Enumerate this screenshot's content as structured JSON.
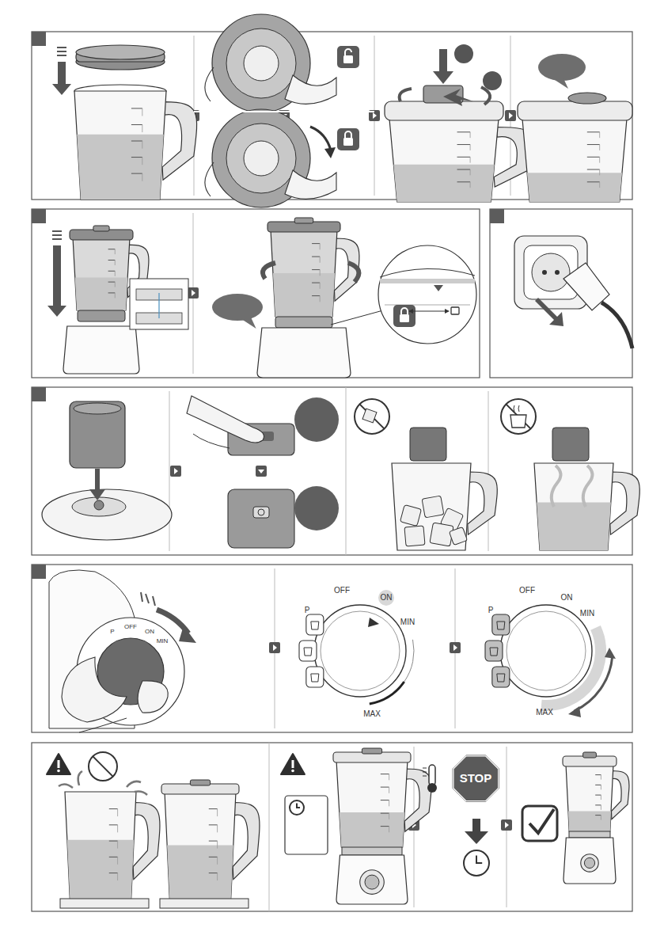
{
  "diagram": {
    "nodes": [
      {
        "text": [
          "STOP"
        ]
      }
    ],
    "labels": [
      "P",
      "OFF",
      "ON",
      "MIN",
      "P",
      "OFF",
      "ON",
      "MIN",
      "MAX",
      "P",
      "OFF",
      "ON",
      "MIN",
      "MAX"
    ]
  }
}
